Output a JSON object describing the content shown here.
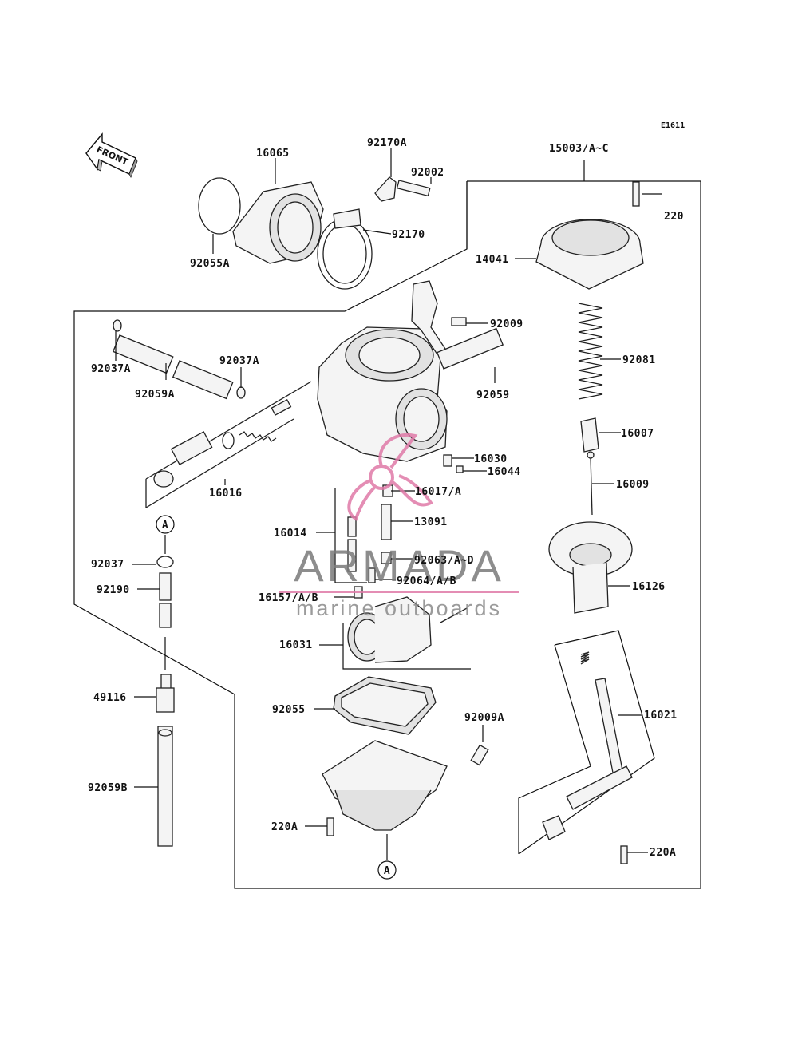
{
  "diagram": {
    "code": "E1611",
    "front_label": "FRONT",
    "watermark": {
      "brand": "ARMADA",
      "tagline": "marine outboards",
      "accent": "#e07aa8"
    },
    "parts": [
      {
        "id": "p1",
        "label": "16065"
      },
      {
        "id": "p2",
        "label": "92170A"
      },
      {
        "id": "p3",
        "label": "92002"
      },
      {
        "id": "p4",
        "label": "92170"
      },
      {
        "id": "p5",
        "label": "92055A"
      },
      {
        "id": "p6",
        "label": "15003/A~C"
      },
      {
        "id": "p7",
        "label": "220"
      },
      {
        "id": "p8",
        "label": "14041"
      },
      {
        "id": "p9",
        "label": "92009"
      },
      {
        "id": "p10",
        "label": "92037A"
      },
      {
        "id": "p11",
        "label": "92037A"
      },
      {
        "id": "p12",
        "label": "92059A"
      },
      {
        "id": "p13",
        "label": "92059"
      },
      {
        "id": "p14",
        "label": "92081"
      },
      {
        "id": "p15",
        "label": "16007"
      },
      {
        "id": "p16",
        "label": "16030"
      },
      {
        "id": "p17",
        "label": "16044"
      },
      {
        "id": "p18",
        "label": "16009"
      },
      {
        "id": "p19",
        "label": "16016"
      },
      {
        "id": "p20",
        "label": "16017/A"
      },
      {
        "id": "p21",
        "label": "13091"
      },
      {
        "id": "p22",
        "label": "16014"
      },
      {
        "id": "p23",
        "label": "92063/A~D"
      },
      {
        "id": "p24",
        "label": "92064/A/B"
      },
      {
        "id": "p25",
        "label": "16126"
      },
      {
        "id": "p26",
        "label": "92037"
      },
      {
        "id": "p27",
        "label": "92190"
      },
      {
        "id": "p28",
        "label": "16157/A/B"
      },
      {
        "id": "p29",
        "label": "16031"
      },
      {
        "id": "p30",
        "label": "49116"
      },
      {
        "id": "p31",
        "label": "16021"
      },
      {
        "id": "p32",
        "label": "92055"
      },
      {
        "id": "p33",
        "label": "92009A"
      },
      {
        "id": "p34",
        "label": "92059B"
      },
      {
        "id": "p35",
        "label": "220A"
      },
      {
        "id": "p36",
        "label": "220A"
      }
    ],
    "refs": [
      {
        "id": "r1",
        "label": "A"
      },
      {
        "id": "r2",
        "label": "A"
      }
    ]
  }
}
